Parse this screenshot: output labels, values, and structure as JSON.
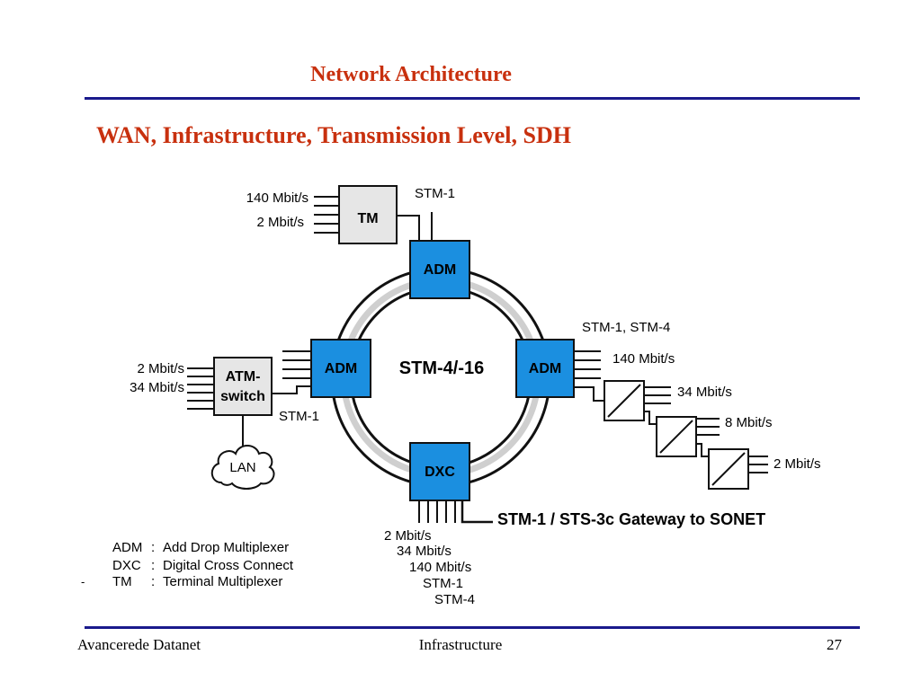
{
  "header": {
    "title": "Network Architecture",
    "subtitle": "WAN, Infrastructure, Transmission Level, SDH"
  },
  "diagram": {
    "ring_label": "STM-4/-16",
    "nodes": {
      "tm": "TM",
      "adm_top": "ADM",
      "adm_left": "ADM",
      "adm_right": "ADM",
      "dxc": "DXC",
      "atm_line1": "ATM-",
      "atm_line2": "switch",
      "lan": "LAN"
    },
    "labels": {
      "tm_140": "140 Mbit/s",
      "tm_2": "2 Mbit/s",
      "tm_stm1": "STM-1",
      "atm_2": "2 Mbit/s",
      "atm_34": "34 Mbit/s",
      "atm_stm1": "STM-1",
      "right_stm": "STM-1, STM-4",
      "right_140": "140 Mbit/s",
      "right_34": "34 Mbit/s",
      "right_8": "8 Mbit/s",
      "right_2": "2 Mbit/s",
      "dxc_2": "2 Mbit/s",
      "dxc_34": "34 Mbit/s",
      "dxc_140": "140 Mbit/s",
      "dxc_stm1": "STM-1",
      "dxc_stm4": "STM-4",
      "gateway": "STM-1 / STS-3c Gateway to SONET"
    },
    "legend": [
      {
        "abbr": "ADM",
        "sep": ":",
        "desc": "Add Drop Multiplexer"
      },
      {
        "abbr": "DXC",
        "sep": ":",
        "desc": "Digital Cross Connect"
      },
      {
        "abbr": "TM",
        "sep": ":",
        "desc": "Terminal Multiplexer"
      }
    ],
    "legend_bullet": "-"
  },
  "footer": {
    "left": "Avancerede Datanet",
    "center": "Infrastructure",
    "page": "27"
  },
  "colors": {
    "title": "#c8300e",
    "rule": "#1a1a8c",
    "node_fill": "#1b8fe0",
    "box_fill": "#e6e6e6"
  }
}
